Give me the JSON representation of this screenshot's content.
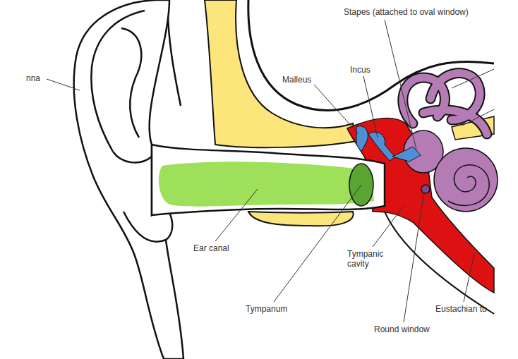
{
  "diagram": {
    "labels": [
      "Stapes (attached to oval window)",
      "Incus",
      "nna",
      "Malleus",
      "Ear canal",
      "Tympanic cavity",
      "Tympanum",
      "Eustachian tu",
      "Round window"
    ]
  }
}
